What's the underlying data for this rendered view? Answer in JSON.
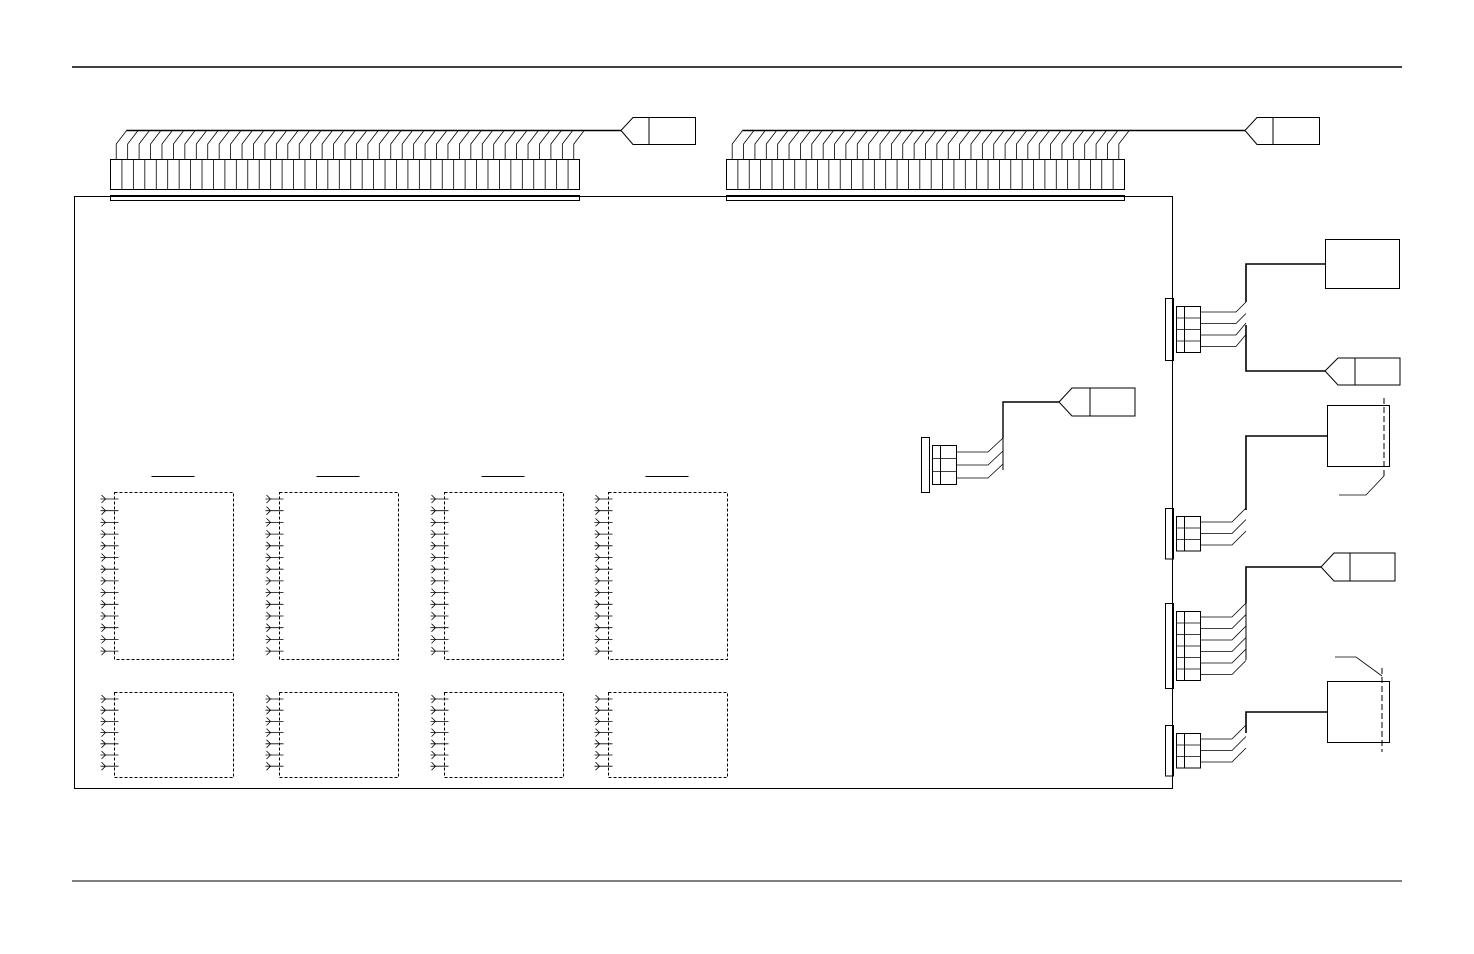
{
  "diagram": {
    "kind": "wiring-schematic",
    "top_connectors": [
      {
        "id": "j-top-left",
        "pin_count": 41
      },
      {
        "id": "j-top-right",
        "pin_count": 35
      }
    ],
    "right_connectors": [
      {
        "id": "j-right-1",
        "pin_count": 4
      },
      {
        "id": "j-right-2",
        "pin_count": 3
      },
      {
        "id": "j-right-3",
        "pin_count": 6
      },
      {
        "id": "j-right-4",
        "pin_count": 3
      }
    ],
    "inner_connector": {
      "id": "j-inner",
      "pin_count": 3
    },
    "module_columns": 4,
    "module_upper_pins": 14,
    "module_lower_pins": 7,
    "colors": {
      "line": "#000000",
      "background": "#ffffff"
    }
  }
}
